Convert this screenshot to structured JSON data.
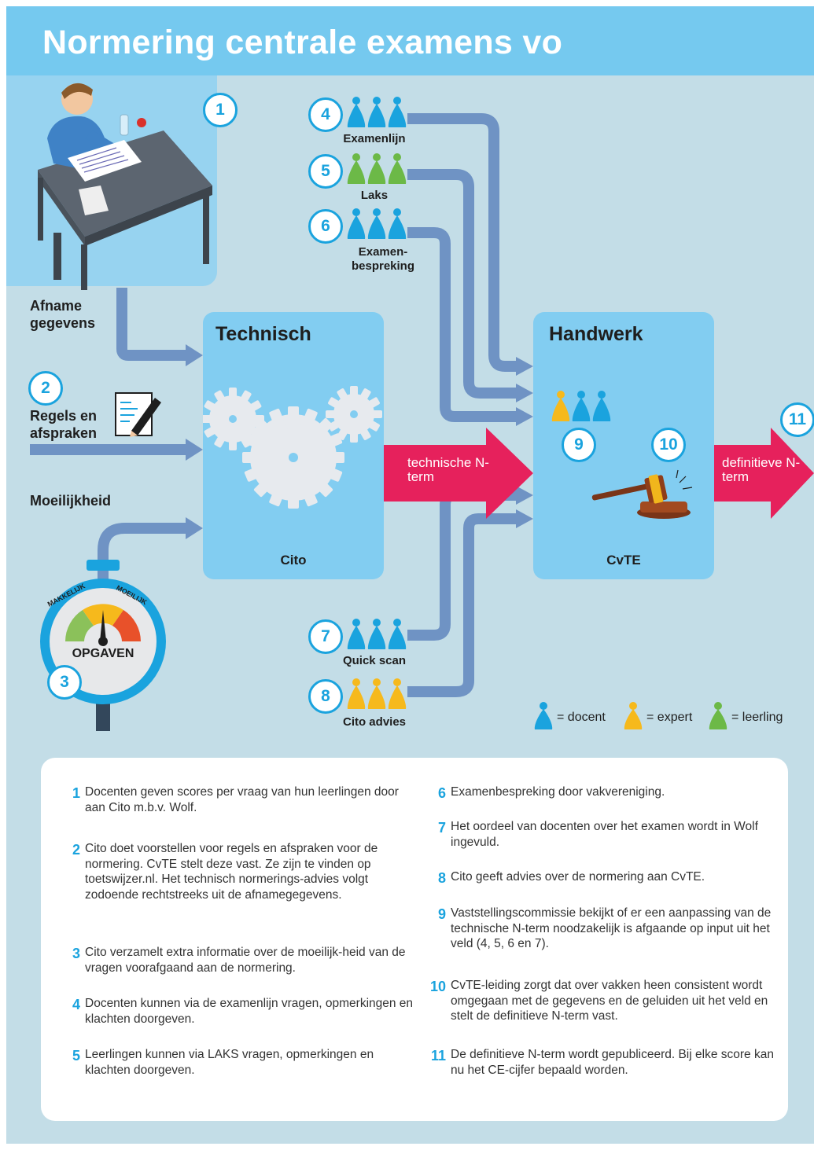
{
  "title": "Normering centrale examens vo",
  "labels": {
    "afname": "Afname gegevens",
    "regels": "Regels en afspraken",
    "moeilijkheid": "Moeilijkheid"
  },
  "technisch": {
    "title": "Technisch",
    "footer": "Cito"
  },
  "handwerk": {
    "title": "Handwerk",
    "footer": "CvTE"
  },
  "arrows": {
    "technische": "technische N-term",
    "definitieve": "definitieve N-term"
  },
  "gauge": {
    "left": "MAKKELIJK",
    "right": "MOEILIJK",
    "label": "OPGAVEN"
  },
  "groups": [
    {
      "num": "4",
      "label": "Examenlijn"
    },
    {
      "num": "5",
      "label": "Laks"
    },
    {
      "num": "6",
      "label": "Examen- bespreking"
    },
    {
      "num": "7",
      "label": "Quick scan"
    },
    {
      "num": "8",
      "label": "Cito advies"
    }
  ],
  "steps": {
    "s1": "1",
    "s2": "2",
    "s3": "3",
    "s9": "9",
    "s10": "10",
    "s11": "11"
  },
  "legend": {
    "docent": "= docent",
    "expert": "= expert",
    "leerling": "= leerling"
  },
  "colors": {
    "blue": "#1aa3de",
    "green": "#6cb947",
    "yellow": "#f6b91c",
    "pink": "#e6215c",
    "flow": "#6f93c4"
  },
  "notes": [
    {
      "num": "1",
      "text": "Docenten geven scores per vraag van hun leerlingen door aan Cito m.b.v. Wolf."
    },
    {
      "num": "2",
      "text": "Cito doet voorstellen voor regels en afspraken voor de normering. CvTE stelt deze vast. Ze zijn te vinden op toetswijzer.nl. Het technisch normerings-advies volgt zodoende rechtstreeks uit de afnamegegevens."
    },
    {
      "num": "3",
      "text": "Cito verzamelt extra informatie over de moeilijk-heid van de vragen voorafgaand aan de normering."
    },
    {
      "num": "4",
      "text": "Docenten kunnen via de examenlijn vragen, opmerkingen en klachten doorgeven."
    },
    {
      "num": "5",
      "text": "Leerlingen kunnen via LAKS vragen, opmerkingen en klachten doorgeven."
    },
    {
      "num": "6",
      "text": "Examenbespreking door vakvereniging."
    },
    {
      "num": "7",
      "text": "Het oordeel van docenten over het examen wordt in Wolf ingevuld."
    },
    {
      "num": "8",
      "text": "Cito geeft  advies over de normering aan CvTE."
    },
    {
      "num": "9",
      "text": "Vaststellingscommissie bekijkt of er een aanpassing van de technische N-term noodzakelijk is afgaande op input uit het veld (4, 5, 6 en 7)."
    },
    {
      "num": "10",
      "text": "CvTE-leiding zorgt dat over vakken heen consistent wordt omgegaan met de gegevens en de geluiden uit het veld en stelt de definitieve N-term vast."
    },
    {
      "num": "11",
      "text": "De definitieve N-term wordt gepubliceerd. Bij elke score kan nu het CE-cijfer bepaald worden."
    }
  ]
}
